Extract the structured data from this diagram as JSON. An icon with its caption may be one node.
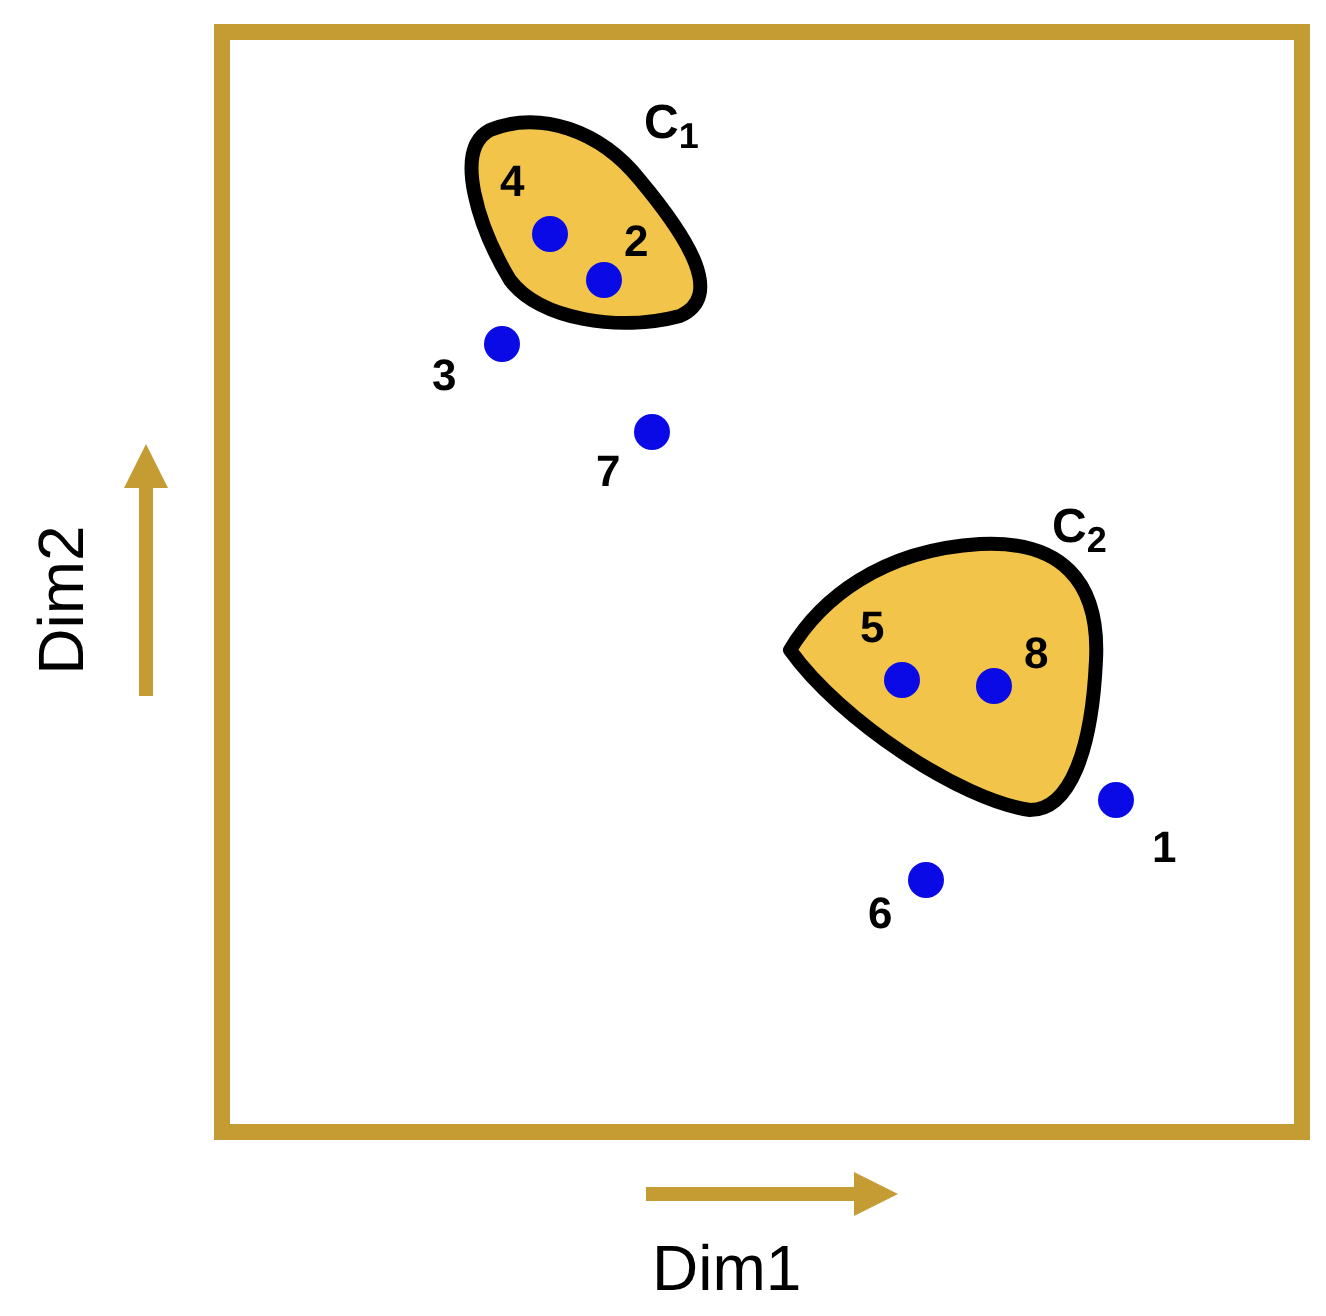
{
  "diagram": {
    "nodes": [
      {
        "text": [],
        "shape": "box"
      },
      {
        "text": [
          "C$_{1}$"
        ],
        "in": 0
      },
      {
        "text": [],
        "shape": "circle",
        "in": 1,
        "beside": [
          "4"
        ]
      },
      {
        "text": [],
        "shape": "circle",
        "in": 1,
        "beside": [
          "2"
        ]
      },
      {
        "text": [],
        "shape": "circle",
        "in": 0,
        "beside": [
          "3"
        ]
      },
      {
        "text": [],
        "shape": "circle",
        "in": 0,
        "beside": [
          "7"
        ]
      },
      {
        "text": [
          "C$_{2}$"
        ],
        "in": 0
      },
      {
        "text": [],
        "shape": "circle",
        "in": 6,
        "beside": [
          "5"
        ]
      },
      {
        "text": [],
        "shape": "circle",
        "in": 6,
        "beside": [
          "8"
        ]
      },
      {
        "text": [],
        "shape": "circle",
        "in": 0,
        "beside": [
          "1"
        ]
      },
      {
        "text": [],
        "shape": "circle",
        "in": 0,
        "beside": [
          "6"
        ]
      }
    ],
    "edges": [],
    "labels": [
      "Dim2",
      "Dim1"
    ]
  }
}
